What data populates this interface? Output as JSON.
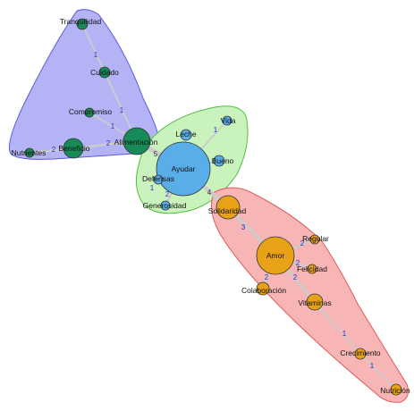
{
  "colors": {
    "group_blue_fill": "#b3b3f5",
    "group_blue_stroke": "#5a5ae0",
    "group_green_fill": "#c9f2bd",
    "group_green_stroke": "#4fbf3f",
    "group_red_fill": "#f7b5b5",
    "group_red_stroke": "#e05a5a",
    "node_green": "#178a57",
    "node_blue": "#5aaee8",
    "node_orange": "#e8a217",
    "node_stroke": "#333333",
    "edge": "#cccccc",
    "edge_label_blue": "#2b2bd0",
    "edge_label_dark": "#333333"
  },
  "nodes": [
    {
      "id": "tranquilidad",
      "label": "Tranquilidad",
      "group": "blue"
    },
    {
      "id": "cuidado",
      "label": "Cuidado",
      "group": "blue"
    },
    {
      "id": "compromiso",
      "label": "Compromiso",
      "group": "blue"
    },
    {
      "id": "nutrientes",
      "label": "Nutrientes",
      "group": "blue"
    },
    {
      "id": "beneficio",
      "label": "Beneficio",
      "group": "blue"
    },
    {
      "id": "alimentacion",
      "label": "Alimentación",
      "group": "blue"
    },
    {
      "id": "leche",
      "label": "Leche",
      "group": "green"
    },
    {
      "id": "vida",
      "label": "Vida",
      "group": "green"
    },
    {
      "id": "bueno",
      "label": "Bueno",
      "group": "green"
    },
    {
      "id": "ayudar",
      "label": "Ayudar",
      "group": "green"
    },
    {
      "id": "defensas",
      "label": "Defensas",
      "group": "green"
    },
    {
      "id": "generosidad",
      "label": "Generosidad",
      "group": "green"
    },
    {
      "id": "solidaridad",
      "label": "Solidaridad",
      "group": "red"
    },
    {
      "id": "amor",
      "label": "Amor",
      "group": "red"
    },
    {
      "id": "regular",
      "label": "Regular",
      "group": "red"
    },
    {
      "id": "felicidad",
      "label": "Felicidad",
      "group": "red"
    },
    {
      "id": "colaboracion",
      "label": "Colaboración",
      "group": "red"
    },
    {
      "id": "vitaminas",
      "label": "Vitaminas",
      "group": "red"
    },
    {
      "id": "crecimiento",
      "label": "Crecimiento",
      "group": "red"
    },
    {
      "id": "nutricion",
      "label": "Nutrición",
      "group": "red"
    }
  ],
  "edges": [
    {
      "source": "tranquilidad",
      "target": "alimentacion",
      "weight": "1"
    },
    {
      "source": "cuidado",
      "target": "alimentacion",
      "weight": "1"
    },
    {
      "source": "compromiso",
      "target": "alimentacion",
      "weight": "1"
    },
    {
      "source": "nutrientes",
      "target": "beneficio",
      "weight": "2"
    },
    {
      "source": "beneficio",
      "target": "alimentacion",
      "weight": "2"
    },
    {
      "source": "alimentacion",
      "target": "ayudar",
      "weight": "5"
    },
    {
      "source": "leche",
      "target": "ayudar",
      "weight": "1"
    },
    {
      "source": "vida",
      "target": "ayudar",
      "weight": "1"
    },
    {
      "source": "bueno",
      "target": "ayudar",
      "weight": "1"
    },
    {
      "source": "defensas",
      "target": "ayudar",
      "weight": "1"
    },
    {
      "source": "generosidad",
      "target": "ayudar",
      "weight": "2"
    },
    {
      "source": "ayudar",
      "target": "solidaridad",
      "weight": "4"
    },
    {
      "source": "solidaridad",
      "target": "amor",
      "weight": "3"
    },
    {
      "source": "amor",
      "target": "regular",
      "weight": "2"
    },
    {
      "source": "amor",
      "target": "felicidad",
      "weight": "2"
    },
    {
      "source": "amor",
      "target": "colaboracion",
      "weight": "2"
    },
    {
      "source": "amor",
      "target": "vitaminas",
      "weight": "2"
    },
    {
      "source": "vitaminas",
      "target": "crecimiento",
      "weight": "1"
    },
    {
      "source": "crecimiento",
      "target": "nutricion",
      "weight": "1"
    }
  ]
}
